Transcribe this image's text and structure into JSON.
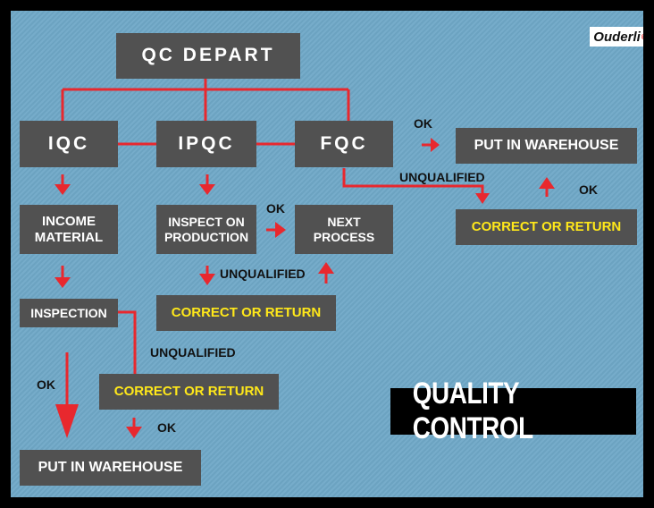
{
  "logo": {
    "text": "Ouderli",
    "mark": "®"
  },
  "boxes": {
    "qc_depart": "QC DEPART",
    "iqc": "IQC",
    "ipqc": "IPQC",
    "fqc": "FQC",
    "put_in_warehouse_top": "PUT IN WAREHOUSE",
    "correct_or_return_fqc": "CORRECT OR RETURN",
    "income_material_line1": "INCOME",
    "income_material_line2": "MATERIAL",
    "inspect_on_production_line1": "INSPECT ON",
    "inspect_on_production_line2": "PRODUCTION",
    "next_process_line1": "NEXT",
    "next_process_line2": "PROCESS",
    "correct_or_return_ipqc": "CORRECT OR RETURN",
    "inspection": "INSPECTION",
    "correct_or_return_iqc": "CORRECT OR RETURN",
    "put_in_warehouse_bottom": "PUT IN WAREHOUSE"
  },
  "labels": {
    "ok_fqc": "OK",
    "unqualified_fqc": "UNQUALIFIED",
    "ok_fqc_return": "OK",
    "ok_ipqc": "OK",
    "unqualified_ipqc": "UNQUALIFIED",
    "unqualified_iqc": "UNQUALIFIED",
    "ok_iqc_left": "OK",
    "ok_iqc_bottom": "OK"
  },
  "banner": "QUALITY CONTROL",
  "colors": {
    "line": "#e8282e",
    "box": "#515151",
    "highlight_text": "#ffe81a",
    "background": "#6fa8c7"
  }
}
